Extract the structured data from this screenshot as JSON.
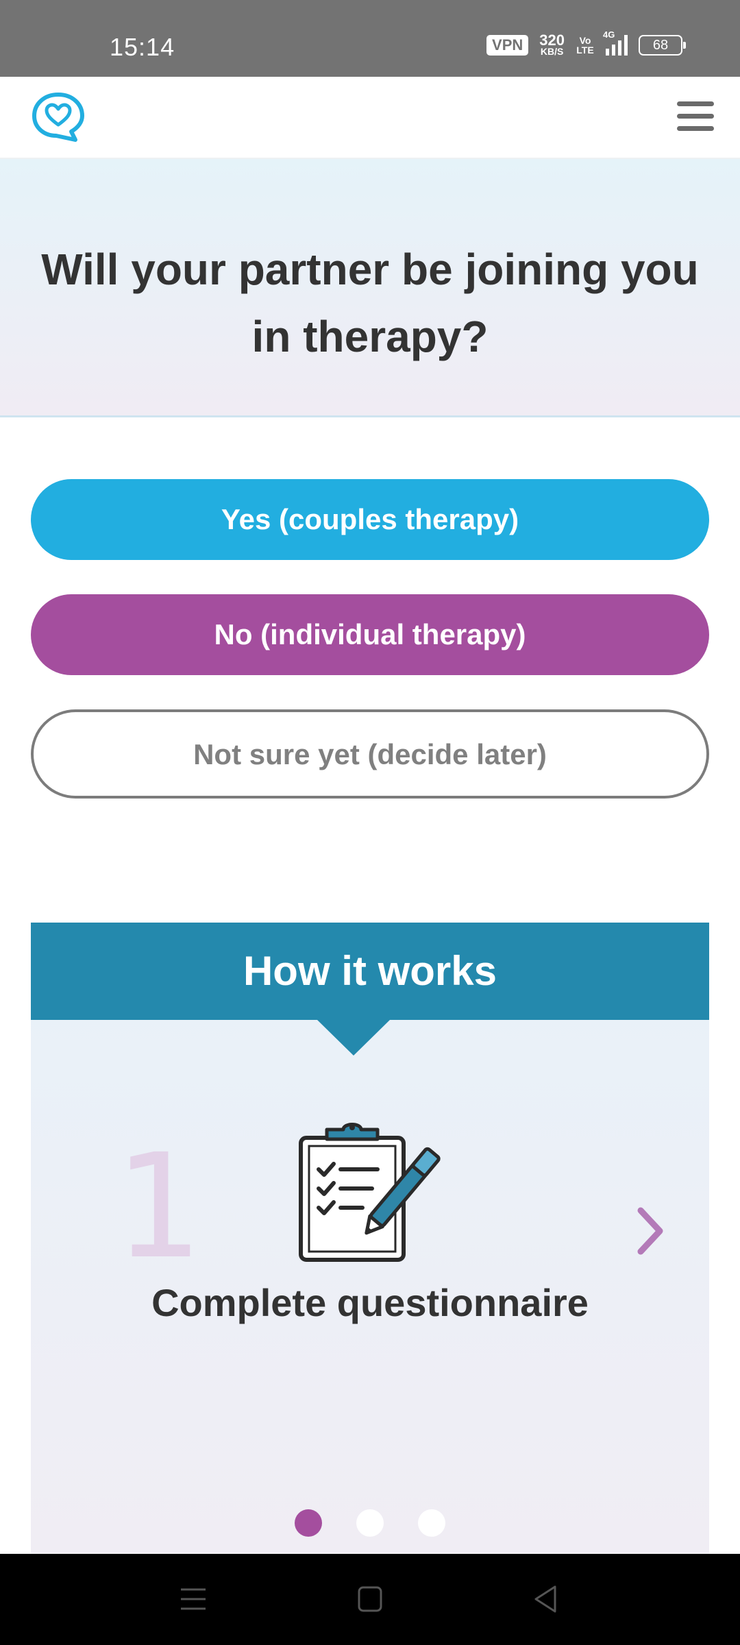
{
  "status_bar": {
    "time": "15:14",
    "vpn": "VPN",
    "speed_value": "320",
    "speed_unit": "KB/S",
    "volte": "Vo LTE",
    "network": "4G",
    "battery": "68"
  },
  "header": {
    "logo_icon": "heart-chat-icon",
    "menu_icon": "hamburger-menu-icon"
  },
  "hero": {
    "title": "Will your partner be joining you in therapy?"
  },
  "choices": {
    "yes_label": "Yes (couples therapy)",
    "no_label": "No (individual therapy)",
    "unsure_label": "Not sure yet (decide later)"
  },
  "how_it_works": {
    "heading": "How it works",
    "step_number": "1",
    "step_title": "Complete questionnaire",
    "step_icon": "clipboard-checklist-icon",
    "next_icon": "chevron-right-icon",
    "current_slide": 1,
    "total_slides": 3
  },
  "colors": {
    "brand_blue": "#22aee0",
    "brand_purple": "#a44e9e",
    "header_teal": "#2489ad"
  }
}
